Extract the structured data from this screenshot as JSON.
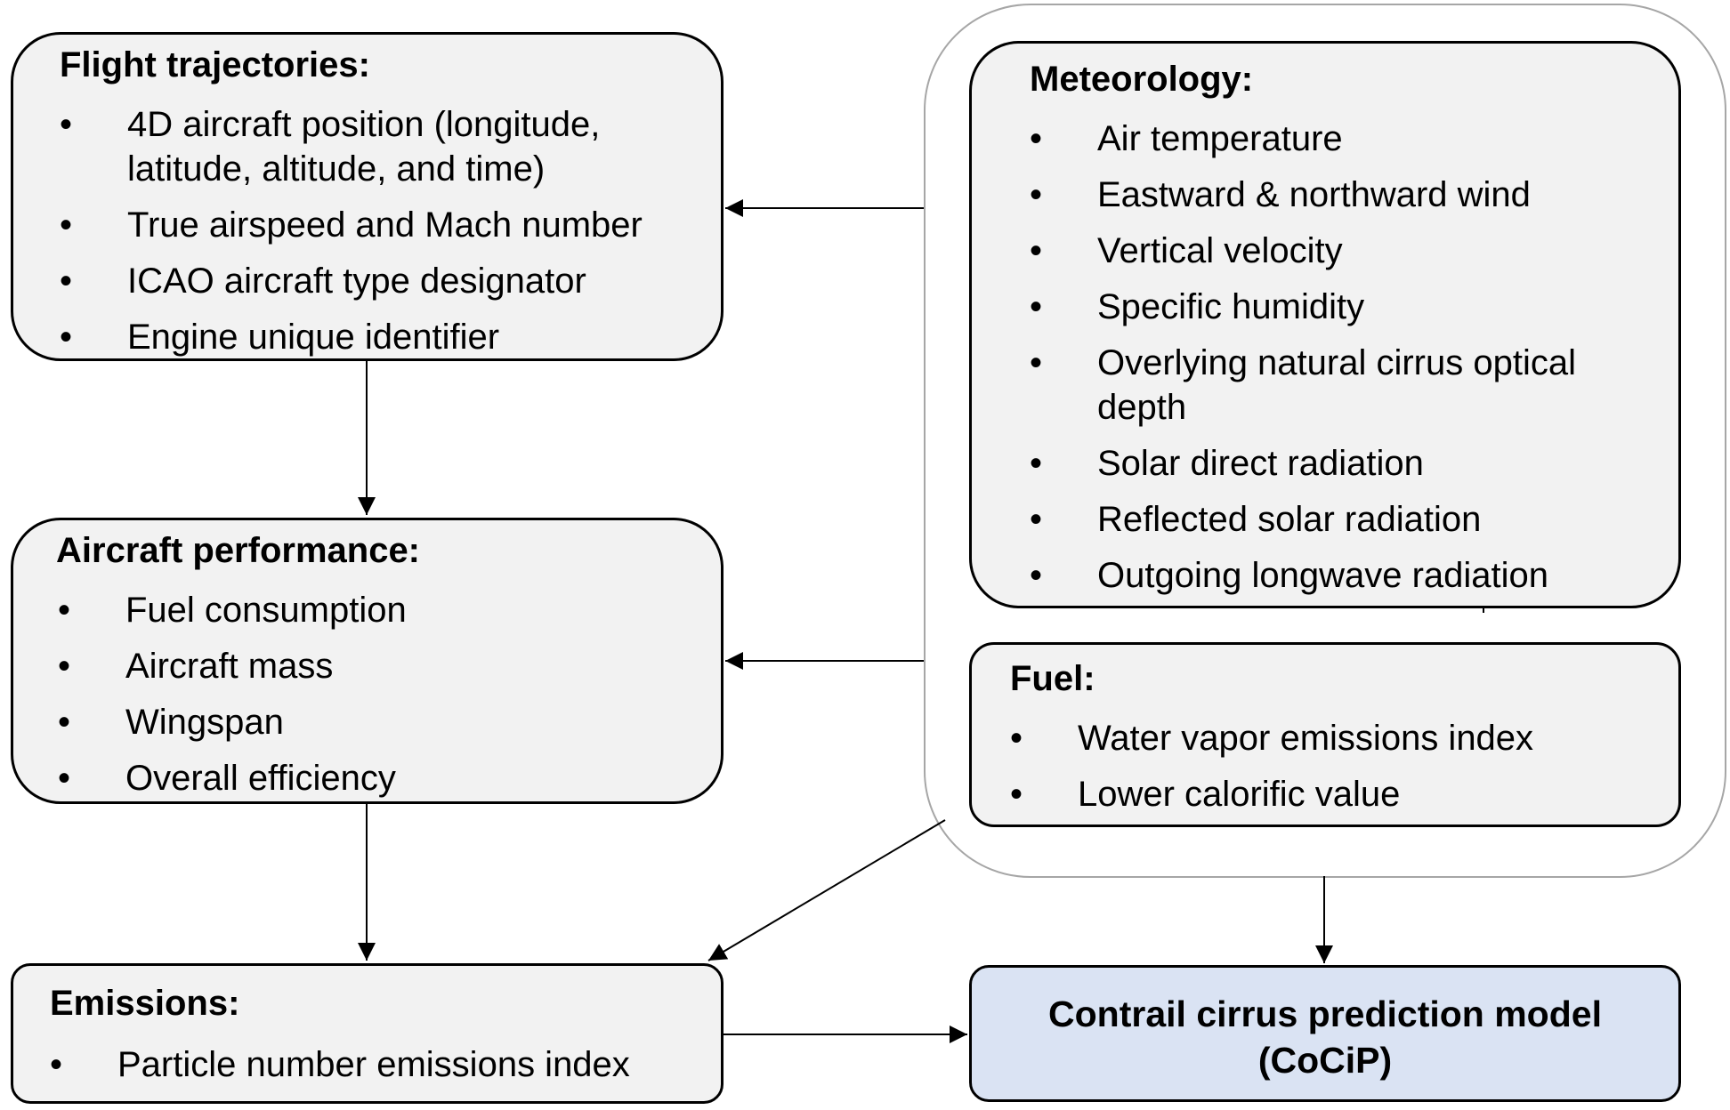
{
  "flight": {
    "title": "Flight trajectories:",
    "items": [
      "4D aircraft position (longitude, latitude, altitude, and time)",
      "True airspeed and Mach number",
      "ICAO aircraft type designator",
      "Engine unique identifier"
    ]
  },
  "performance": {
    "title": "Aircraft performance:",
    "items": [
      "Fuel consumption",
      "Aircraft mass",
      "Wingspan",
      "Overall efficiency"
    ]
  },
  "emissions": {
    "title": "Emissions:",
    "items": [
      "Particle number emissions index"
    ]
  },
  "meteorology": {
    "title": "Meteorology:",
    "items": [
      "Air temperature",
      "Eastward & northward wind",
      "Vertical velocity",
      "Specific humidity",
      "Overlying natural cirrus optical depth",
      "Solar direct radiation",
      "Reflected solar radiation",
      "Outgoing longwave radiation"
    ]
  },
  "fuel": {
    "title": "Fuel:",
    "items": [
      "Water vapor emissions index",
      "Lower calorific value"
    ]
  },
  "cocip": {
    "title_line1": "Contrail cirrus prediction model",
    "title_line2": "(CoCiP)"
  }
}
